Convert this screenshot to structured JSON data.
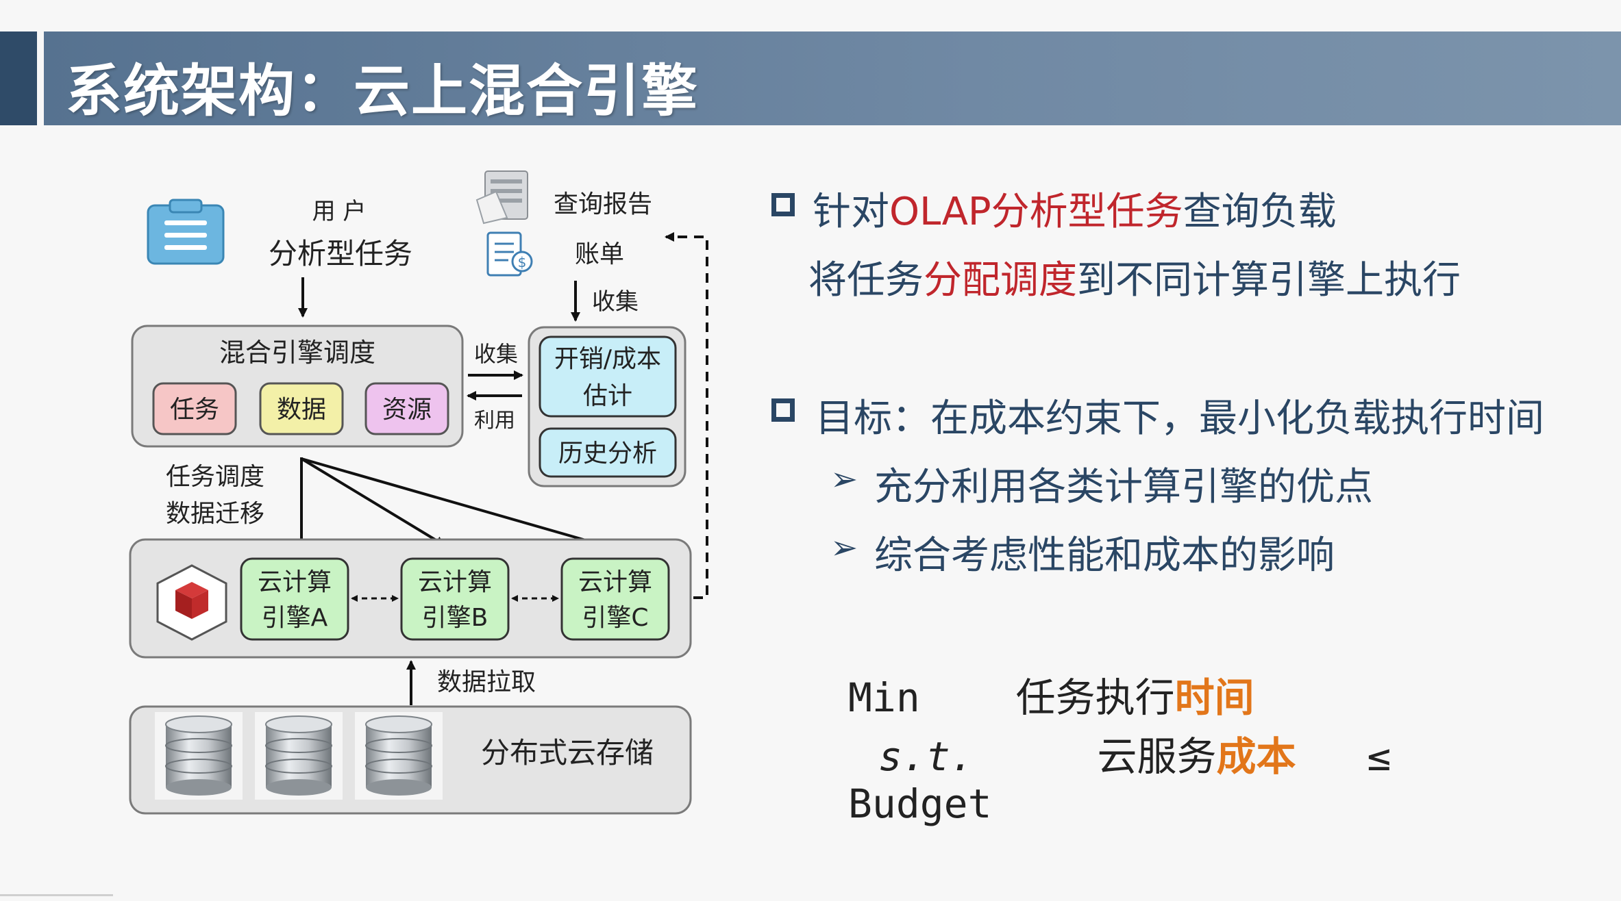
{
  "slide": {
    "title": "系统架构：云上混合引擎"
  },
  "diagram": {
    "user_label": "用 户",
    "task_label": "分析型任务",
    "report_label": "查询报告",
    "bill_label": "账单",
    "collect_top": "收集",
    "scheduler_title": "混合引擎调度",
    "tag_task": "任务",
    "tag_data": "数据",
    "tag_resource": "资源",
    "collect_mid": "收集",
    "use_mid": "利用",
    "cost_box_line1": "开销/成本",
    "cost_box_line2": "估计",
    "history_box": "历史分析",
    "dispatch_line1": "任务调度",
    "dispatch_line2": "数据迁移",
    "engine_a_line1": "云计算",
    "engine_a_line2": "引擎A",
    "engine_b_line1": "云计算",
    "engine_b_line2": "引擎B",
    "engine_c_line1": "云计算",
    "engine_c_line2": "引擎C",
    "pull_label": "数据拉取",
    "storage_label": "分布式云存储"
  },
  "bullets": {
    "b1_pre": "针对",
    "b1_hl": "OLAP分析型任务",
    "b1_post": "查询负载",
    "b1_line2_pre": "将任务",
    "b1_line2_hl": "分配调度",
    "b1_line2_post": "到不同计算引擎上执行",
    "b2": "目标：在成本约束下，最小化负载执行时间",
    "sub1": "充分利用各类计算引擎的优点",
    "sub2": "综合考虑性能和成本的影响"
  },
  "formula": {
    "min": "Min",
    "min_text": "任务执行",
    "min_hl": "时间",
    "st": "s.t.",
    "st_text": "云服务",
    "st_hl": "成本",
    "leq": "≤",
    "budget": "Budget"
  },
  "colors": {
    "title_bar": "#6a84a0",
    "title_accent": "#2f4b68",
    "bullet_text": "#2a4664",
    "highlight_red": "#c0262c",
    "highlight_orange": "#e2761a",
    "tag_task": "#f6c6c6",
    "tag_data": "#f3f0a8",
    "tag_resource": "#eec3ee",
    "cost_box": "#c8eef8",
    "engine_box": "#c9f3c4",
    "panel": "#e4e4e4"
  }
}
